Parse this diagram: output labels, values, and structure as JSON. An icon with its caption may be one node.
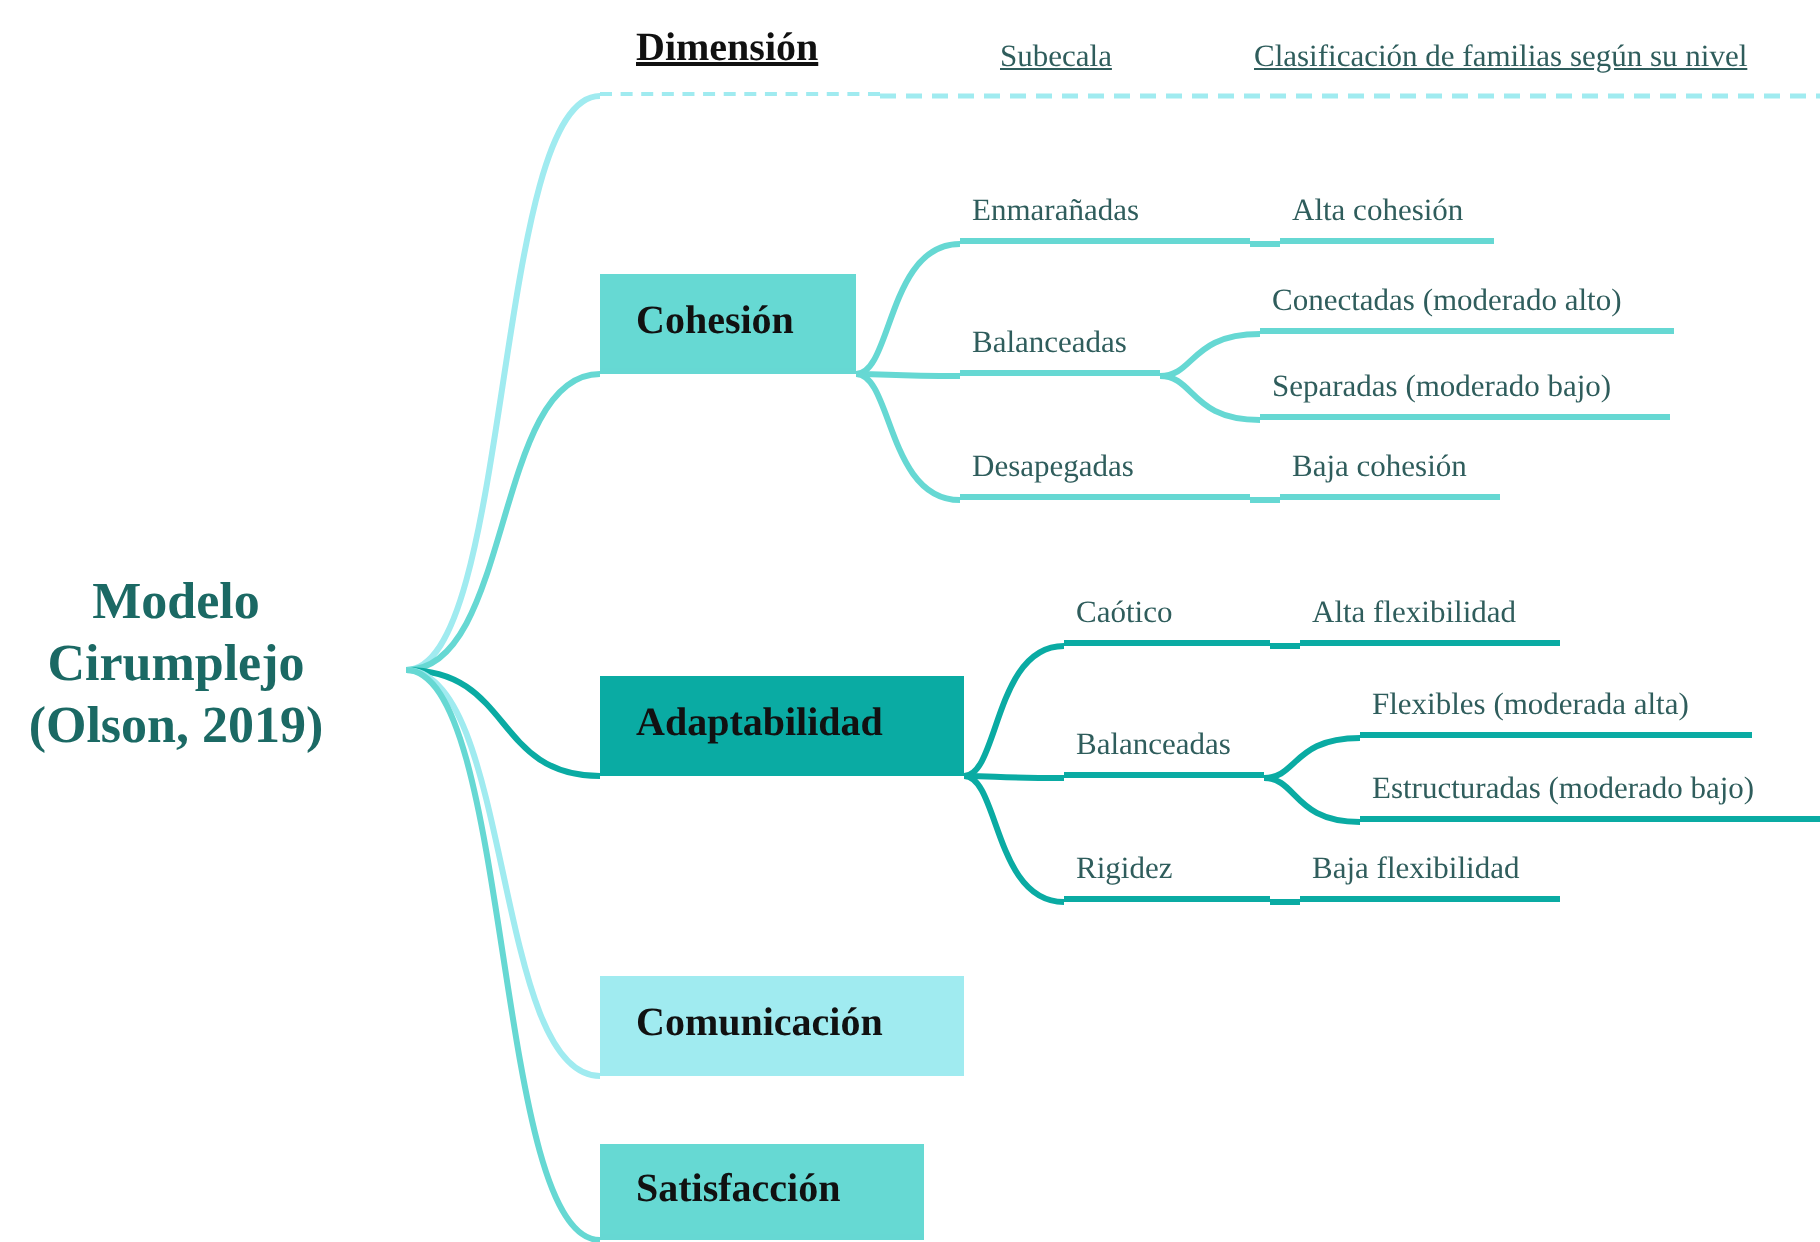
{
  "diagram": {
    "nodes": [
      {
        "text": [
          "Modelo Cirumplejo (Olson, 2019)"
        ]
      },
      {
        "text": [
          "Dimensión"
        ]
      },
      {
        "text": [
          "Cohesión"
        ]
      },
      {
        "text": [
          "Enmarañadas"
        ]
      },
      {
        "text": [
          "Alta cohesión"
        ]
      },
      {
        "text": [
          "Balanceadas"
        ]
      },
      {
        "text": [
          "Conectadas (moderado alto)"
        ]
      },
      {
        "text": [
          "Separadas (moderado bajo)"
        ]
      },
      {
        "text": [
          "Desapegadas"
        ]
      },
      {
        "text": [
          "Baja cohesión"
        ]
      },
      {
        "text": [
          "Adaptabilidad"
        ]
      },
      {
        "text": [
          "Caótico"
        ]
      },
      {
        "text": [
          "Alta flexibilidad"
        ]
      },
      {
        "text": [
          "Balanceadas"
        ]
      },
      {
        "text": [
          "Flexibles (moderada alta)"
        ]
      },
      {
        "text": [
          "Estructuradas (moderado bajo)"
        ]
      },
      {
        "text": [
          "Rigidez"
        ]
      },
      {
        "text": [
          "Baja flexibilidad"
        ]
      },
      {
        "text": [
          "Comunicación"
        ]
      },
      {
        "text": [
          "Satisfacción"
        ]
      }
    ],
    "edges": [
      {
        "from": 0,
        "to": 1,
        "arrow": "none",
        "color": "#a0ebf0"
      },
      {
        "from": 0,
        "to": 2,
        "arrow": "none"
      },
      {
        "from": 0,
        "to": 10,
        "arrow": "none",
        "color": "#0aaba3"
      },
      {
        "from": 0,
        "to": 18,
        "arrow": "none",
        "color": "#a0ebf0"
      },
      {
        "from": 0,
        "to": 19,
        "arrow": "none"
      },
      {
        "from": 2,
        "to": 3,
        "arrow": "none"
      },
      {
        "from": 2,
        "to": 5,
        "arrow": "none"
      },
      {
        "from": 2,
        "to": 8,
        "arrow": "none"
      },
      {
        "from": 3,
        "to": 4,
        "arrow": "none"
      },
      {
        "from": 5,
        "to": 6,
        "arrow": "none"
      },
      {
        "from": 5,
        "to": 7,
        "arrow": "none"
      },
      {
        "from": 8,
        "to": 9,
        "arrow": "none"
      },
      {
        "from": 10,
        "to": 11,
        "arrow": "none",
        "color": "#0aaba3"
      },
      {
        "from": 10,
        "to": 13,
        "arrow": "none",
        "color": "#0aaba3"
      },
      {
        "from": 10,
        "to": 16,
        "arrow": "none",
        "color": "#0aaba3"
      },
      {
        "from": 11,
        "to": 12,
        "arrow": "none",
        "color": "#0aaba3"
      },
      {
        "from": 13,
        "to": 14,
        "arrow": "none",
        "color": "#0aaba3"
      },
      {
        "from": 13,
        "to": 15,
        "arrow": "none",
        "color": "#0aaba3"
      },
      {
        "from": 16,
        "to": 17,
        "arrow": "none",
        "color": "#0aaba3"
      }
    ],
    "labels": [
      "Subecala",
      "Clasificación de familias según su nivel"
    ]
  }
}
